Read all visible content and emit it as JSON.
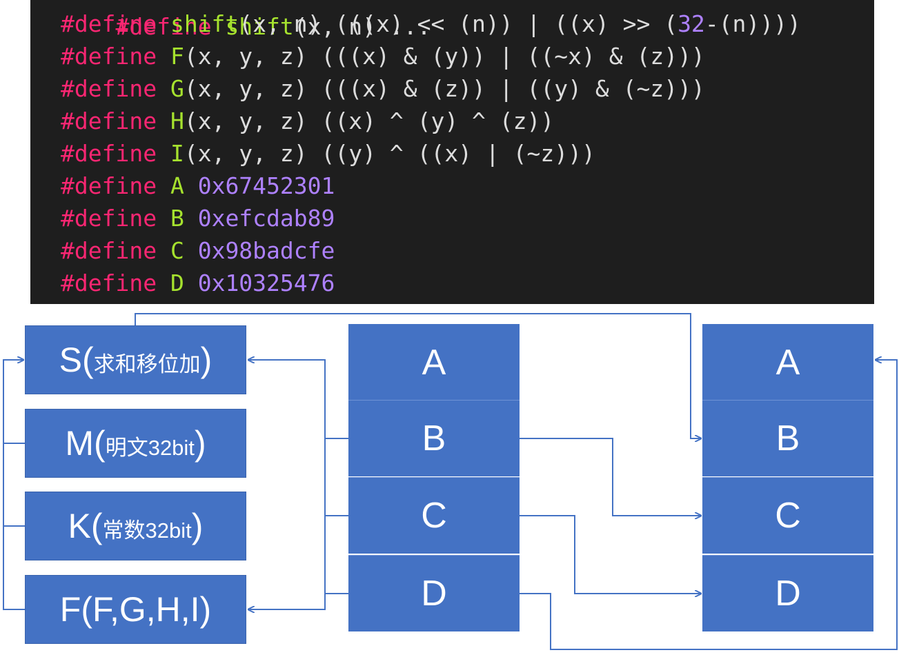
{
  "code": {
    "cut_top_fragment": "#define shift(x, n) ...",
    "lines": [
      [
        {
          "c": "kw",
          "t": "#define "
        },
        {
          "c": "fn",
          "t": "shift"
        },
        {
          "c": "txt",
          "t": "(x, n) (((x) << (n)) | ((x) >> ("
        },
        {
          "c": "num",
          "t": "32"
        },
        {
          "c": "txt",
          "t": "-(n))))"
        }
      ],
      [
        {
          "c": "kw",
          "t": "#define "
        },
        {
          "c": "fn",
          "t": "F"
        },
        {
          "c": "txt",
          "t": "(x, y, z) (((x) & (y)) | ((~x) & (z)))"
        }
      ],
      [
        {
          "c": "kw",
          "t": "#define "
        },
        {
          "c": "fn",
          "t": "G"
        },
        {
          "c": "txt",
          "t": "(x, y, z) (((x) & (z)) | ((y) & (~z)))"
        }
      ],
      [
        {
          "c": "kw",
          "t": "#define "
        },
        {
          "c": "fn",
          "t": "H"
        },
        {
          "c": "txt",
          "t": "(x, y, z) ((x) ^ (y) ^ (z))"
        }
      ],
      [
        {
          "c": "kw",
          "t": "#define "
        },
        {
          "c": "fn",
          "t": "I"
        },
        {
          "c": "txt",
          "t": "(x, y, z) ((y) ^ ((x) | (~z)))"
        }
      ],
      [
        {
          "c": "kw",
          "t": "#define "
        },
        {
          "c": "fn",
          "t": "A "
        },
        {
          "c": "num",
          "t": "0x67452301"
        }
      ],
      [
        {
          "c": "kw",
          "t": "#define "
        },
        {
          "c": "fn",
          "t": "B "
        },
        {
          "c": "num",
          "t": "0xefcdab89"
        }
      ],
      [
        {
          "c": "kw",
          "t": "#define "
        },
        {
          "c": "fn",
          "t": "C "
        },
        {
          "c": "num",
          "t": "0x98badcfe"
        }
      ],
      [
        {
          "c": "kw",
          "t": "#define "
        },
        {
          "c": "fn",
          "t": "D "
        },
        {
          "c": "num",
          "t": "0x10325476"
        }
      ]
    ]
  },
  "left_boxes": [
    {
      "big": "S(",
      "small": "求和移位加",
      "tail": ")"
    },
    {
      "big": "M(",
      "small": "明文32bit",
      "tail": ")"
    },
    {
      "big": "K(",
      "small": "常数32bit",
      "tail": ")"
    },
    {
      "big": "F(F,G,H,I)",
      "small": "",
      "tail": ""
    }
  ],
  "input_registers": [
    "A",
    "B",
    "C",
    "D"
  ],
  "output_registers": [
    "A",
    "B",
    "C",
    "D"
  ],
  "colors": {
    "box": "#4472c4",
    "wire": "#4472c4",
    "code_bg": "#1e1e1e",
    "keyword": "#f92672",
    "function": "#a6e22e",
    "number": "#ae81ff"
  }
}
